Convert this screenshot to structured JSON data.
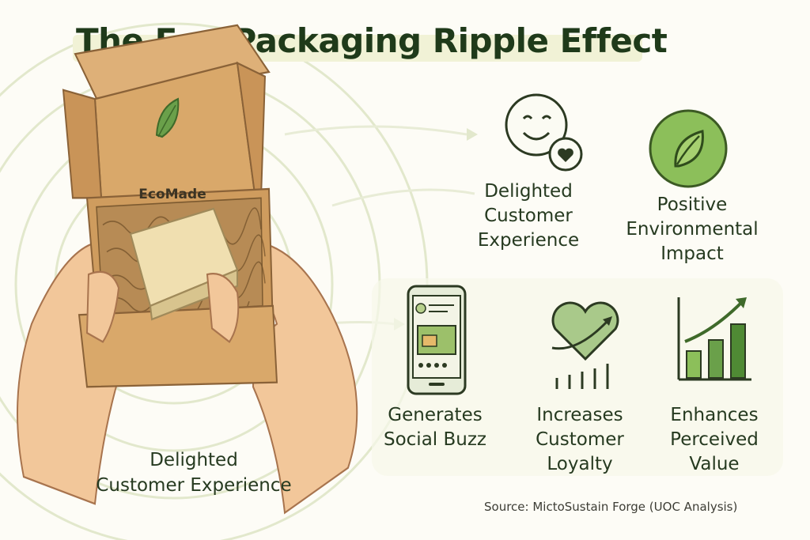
{
  "title": "The Eco-Packaging Ripple Effect",
  "box_brand": "EcoMade",
  "bottom_left_label_line1": "Delighted",
  "bottom_left_label_line2": "Customer Experience",
  "outcomes": [
    {
      "id": "delighted",
      "lines": [
        "Delighted",
        "Customer",
        "Experience"
      ],
      "icon": "smiley-heart-icon"
    },
    {
      "id": "environment",
      "lines": [
        "Positive",
        "Environmental",
        "Impact"
      ],
      "icon": "leaf-icon"
    },
    {
      "id": "social",
      "lines": [
        "Generates",
        "Social Buzz"
      ],
      "icon": "smartphone-icon"
    },
    {
      "id": "loyalty",
      "lines": [
        "Increases",
        "Customer",
        "Loyalty"
      ],
      "icon": "heart-arrow-icon"
    },
    {
      "id": "value",
      "lines": [
        "Enhances",
        "Perceived",
        "Value"
      ],
      "icon": "bar-chart-growth-icon"
    }
  ],
  "source": "Source: MictoSustain Forge (UOC Analysis)",
  "colors": {
    "title": "#1f3a1a",
    "cardboard": "#d9a86a",
    "cardboard_dark": "#b8844c",
    "leaf_green": "#6aa04a",
    "circle_green": "#8cbf5a",
    "ripple": "#dfe7c8"
  }
}
